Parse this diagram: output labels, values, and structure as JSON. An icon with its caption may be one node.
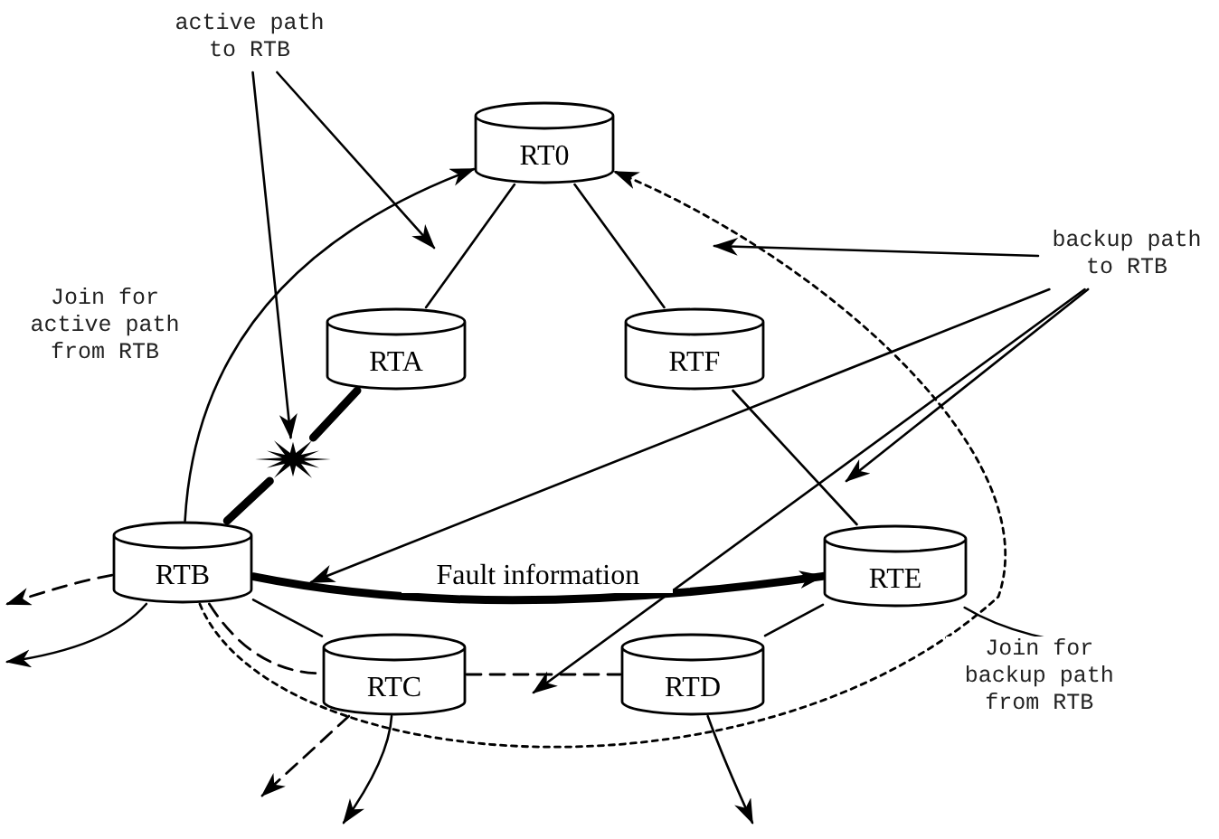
{
  "diagram": {
    "nodes": [
      {
        "text": [
          "active path to RTB"
        ]
      },
      {
        "text": [
          "RT0"
        ]
      },
      {
        "text": [
          "backup path to RTB"
        ]
      },
      {
        "text": [
          "RTA"
        ]
      },
      {
        "text": [
          "RTF"
        ]
      },
      {
        "text": [],
        "shape": "star"
      },
      {
        "text": [
          "RTB"
        ]
      },
      {
        "text": [
          "RTE"
        ]
      },
      {
        "text": [
          "RTC"
        ]
      },
      {
        "text": [
          "RTD"
        ]
      }
    ],
    "edges": [
      {
        "from": 1,
        "to": 3,
        "arrow": "none"
      },
      {
        "from": 1,
        "to": 4,
        "arrow": "none"
      },
      {
        "from": 3,
        "to": 5,
        "arrow": "none",
        "style": "thick"
      },
      {
        "from": 5,
        "to": 6,
        "arrow": "none",
        "style": "thick"
      },
      {
        "from": 4,
        "to": 7,
        "arrow": "none"
      },
      {
        "from": 7,
        "to": 9,
        "arrow": "none"
      },
      {
        "from": 6,
        "to": 8,
        "arrow": "none"
      },
      {
        "from": 6,
        "to": 8,
        "arrow": "none",
        "style": "dashed"
      },
      {
        "from": 8,
        "to": 9,
        "arrow": "none",
        "style": "dashed"
      },
      {
        "from": 6,
        "to": 7,
        "arrow": "to",
        "style": "thick",
        "label": "Fault information"
      },
      {
        "from": 6,
        "to": 1,
        "arrow": "to",
        "label": "Join for active path from RTB"
      },
      {
        "from": 6,
        "to": 1,
        "arrow": "to",
        "style": "dashed",
        "label": "Join for backup path from RTB"
      },
      {
        "from": 0,
        "to": null,
        "arrow": "to"
      },
      {
        "from": 0,
        "to": 5,
        "arrow": "to"
      },
      {
        "from": 2,
        "to": null,
        "arrow": "to"
      },
      {
        "from": 2,
        "to": null,
        "arrow": "to"
      },
      {
        "from": 2,
        "to": null,
        "arrow": "to"
      },
      {
        "from": 2,
        "to": null,
        "arrow": "to"
      },
      {
        "from": 6,
        "to": null,
        "arrow": "to",
        "style": "dashed"
      },
      {
        "from": 6,
        "to": null,
        "arrow": "to"
      },
      {
        "from": 8,
        "to": null,
        "arrow": "to",
        "style": "dashed"
      },
      {
        "from": 8,
        "to": null,
        "arrow": "to"
      },
      {
        "from": 9,
        "to": null,
        "arrow": "to"
      },
      {
        "from": 7,
        "to": null,
        "arrow": "to"
      }
    ]
  }
}
